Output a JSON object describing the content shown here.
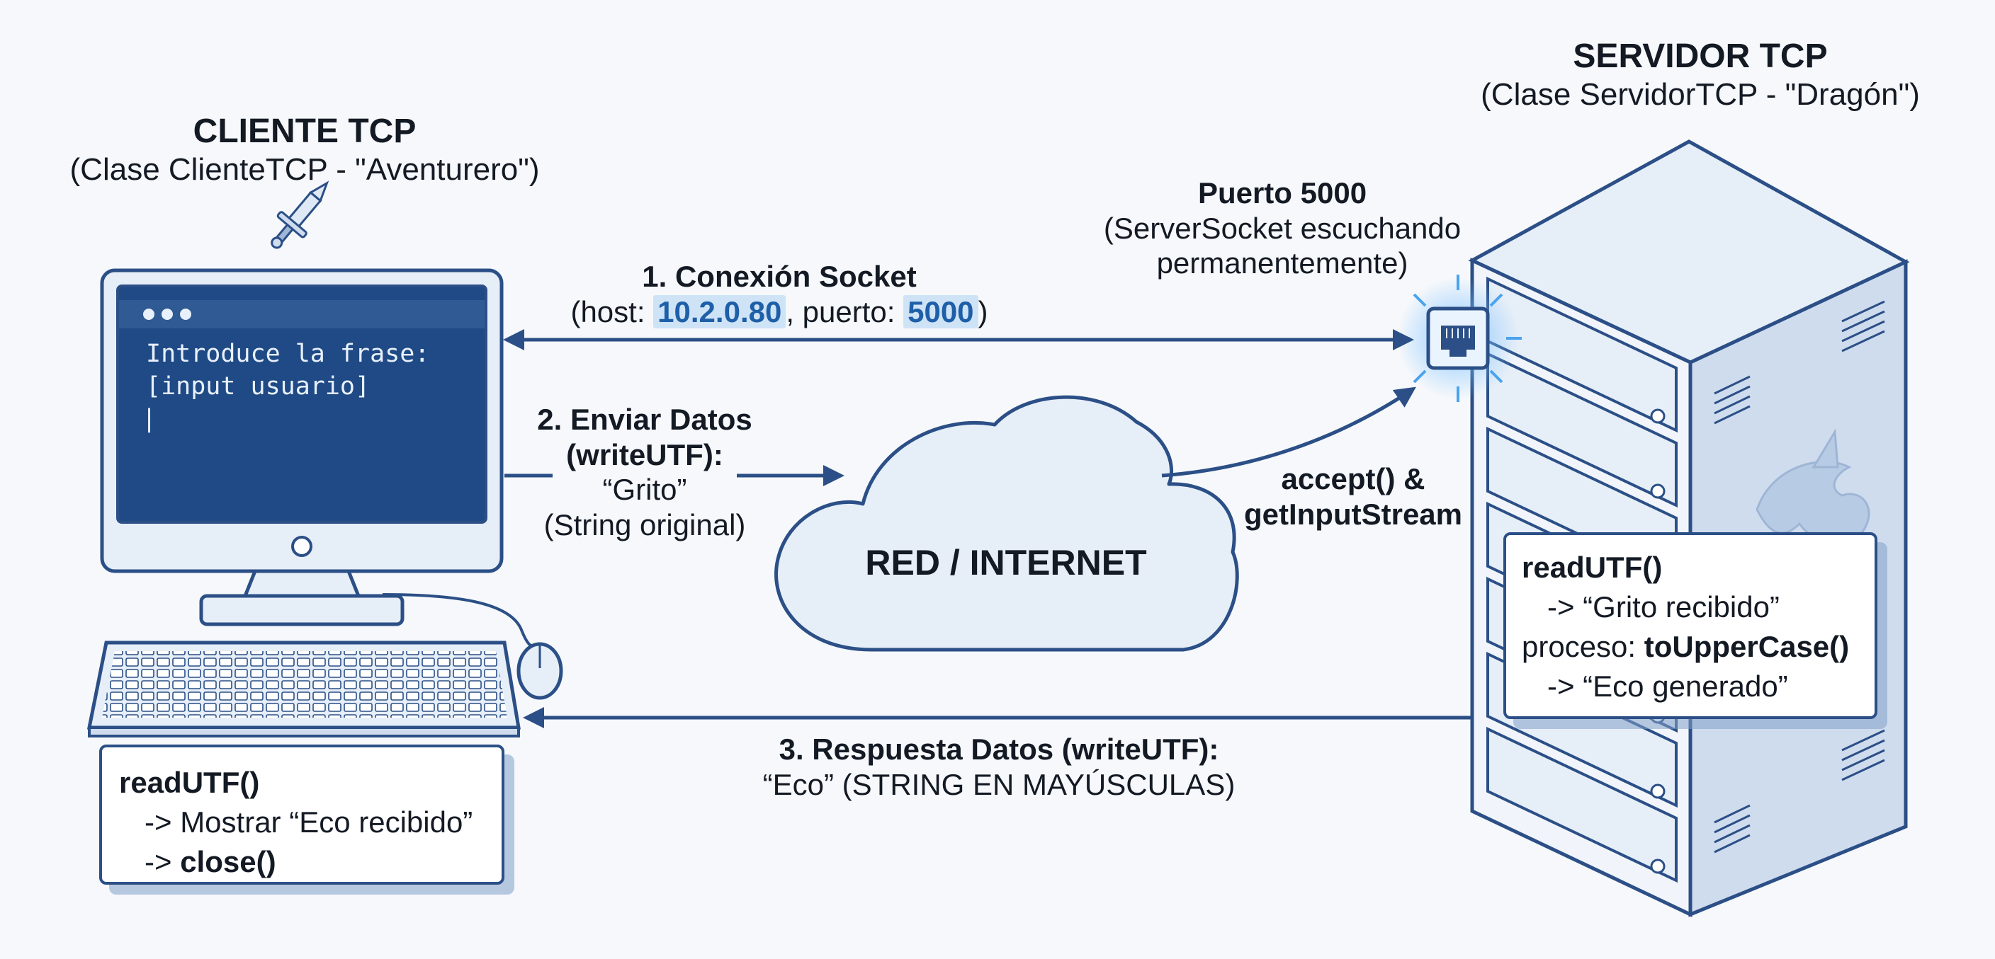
{
  "client": {
    "title": "CLIENTE TCP",
    "subtitle": "(Clase ClienteTCP - \"Aventurero\")",
    "terminal_lines": [
      "Introduce la frase:",
      "[input usuario]",
      "|"
    ],
    "process_box": {
      "line1": "readUTF()",
      "line2_prefix": "-> ",
      "line2_text": "Mostrar “Eco recibido”",
      "line3_prefix": "-> ",
      "line3_text": "close()"
    }
  },
  "server": {
    "title": "SERVIDOR TCP",
    "subtitle": "(Clase ServidorTCP - \"Dragón\")",
    "port": {
      "title": "Puerto 5000",
      "desc1": "(ServerSocket escuchando",
      "desc2": "permanentemente)"
    },
    "process_box": {
      "line1": "readUTF()",
      "line2": "-> “Grito recibido”",
      "line3_prefix": "proceso: ",
      "line3_bold": "toUpperCase()",
      "line4": "-> “Eco generado”"
    }
  },
  "network": {
    "label": "RED / INTERNET"
  },
  "steps": {
    "connection": {
      "title": "1. Conexión Socket",
      "pre_host": "(host: ",
      "host": "10.2.0.80",
      "mid": ", puerto: ",
      "port": "5000",
      "post": ")"
    },
    "send": {
      "line1": "2. Enviar Datos",
      "line2": "(writeUTF):",
      "line3": "“Grito”",
      "line4": "(String original)"
    },
    "accept": {
      "line1": "accept() &",
      "line2": "getInputStream"
    },
    "response": {
      "line1": "3. Respuesta Datos (writeUTF):",
      "line2": "“Eco” (STRING EN MAYÚSCULAS)"
    }
  },
  "icons": [
    "sword-icon",
    "ethernet-port-icon",
    "dragon-icon",
    "mouse-icon",
    "keyboard-icon",
    "cloud-icon",
    "monitor-icon",
    "server-rack-icon"
  ],
  "colors": {
    "stroke": "#2b4f86",
    "screen": "#1f4a85",
    "light_fill": "#e6eef8",
    "accent_glow": "#5aa9f0"
  }
}
